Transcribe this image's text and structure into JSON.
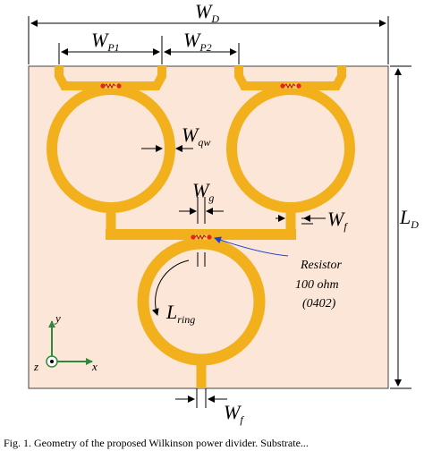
{
  "dimensions": {
    "WD": {
      "main": "W",
      "sub": "D"
    },
    "WP1": {
      "main": "W",
      "sub": "P1"
    },
    "WP2": {
      "main": "W",
      "sub": "P2"
    },
    "Wqw": {
      "main": "W",
      "sub": "qw"
    },
    "Wg": {
      "main": "W",
      "sub": "g"
    },
    "Wf_right": {
      "main": "W",
      "sub": "f"
    },
    "Wf_bottom": {
      "main": "W",
      "sub": "f"
    },
    "LD": {
      "main": "L",
      "sub": "D"
    },
    "Lring": {
      "main": "L",
      "sub": "ring"
    }
  },
  "resistor_note": {
    "line1": "Resistor",
    "line2": "100 ohm",
    "line3": "(0402)"
  },
  "axes": {
    "y": "y",
    "z": "z",
    "x": "x"
  },
  "caption": "Fig. 1. Geometry of the proposed Wilkinson power divider. Substrate...",
  "colors": {
    "substrate": "#fbe6d8",
    "copper": "#f2b11c",
    "copper_edge": "#c98a00",
    "resistor": "#e8222a",
    "leader": "#1b3fd6",
    "axis": "#2b8a3e"
  }
}
